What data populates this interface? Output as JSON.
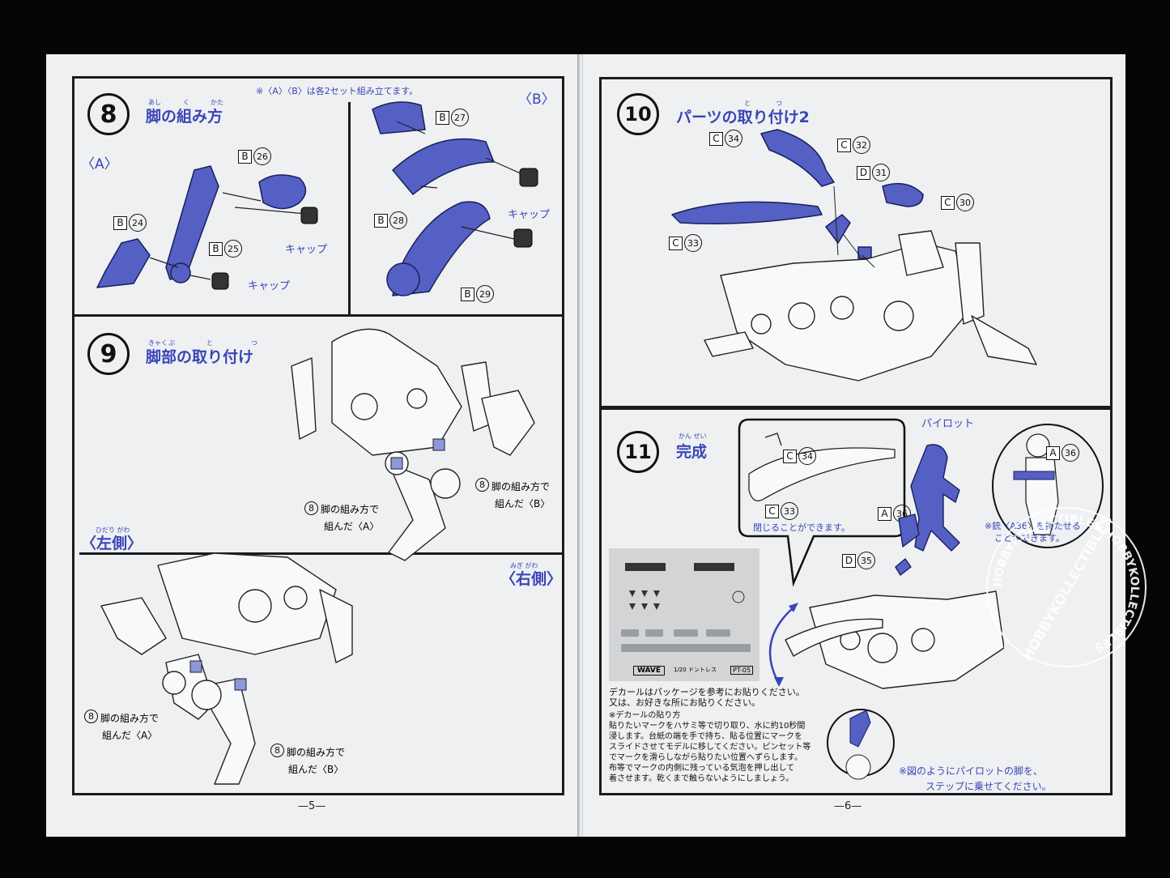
{
  "left_page": {
    "page_number": "—5—",
    "step8": {
      "number": "8",
      "title": "脚の組み方",
      "ruby": [
        "あし",
        "く",
        "かた"
      ],
      "note": "※〈A〉〈B〉は各2セット組み立てます。",
      "variant_a": "〈A〉",
      "variant_b": "〈B〉",
      "cap_label": "キャップ",
      "parts_a": [
        {
          "letter": "B",
          "num": "26"
        },
        {
          "letter": "B",
          "num": "24"
        },
        {
          "letter": "B",
          "num": "25"
        }
      ],
      "parts_b": [
        {
          "letter": "B",
          "num": "27"
        },
        {
          "letter": "B",
          "num": "28"
        },
        {
          "letter": "B",
          "num": "29"
        }
      ]
    },
    "step9": {
      "number": "9",
      "title": "脚部の取り付け",
      "ruby": [
        "きゃく",
        "ぶ",
        "と",
        "つ"
      ],
      "ref_num": "8",
      "assembled_b_line1": "脚の組み方で",
      "assembled_b_line2": "組んだ〈B〉",
      "assembled_a_line1": "脚の組み方で",
      "assembled_a_line2": "組んだ〈A〉",
      "left_side": "〈左側〉",
      "left_side_ruby": "ひだり がわ",
      "right_side": "〈右側〉",
      "right_side_ruby": "みぎ がわ"
    }
  },
  "right_page": {
    "page_number": "—6—",
    "step10": {
      "number": "10",
      "title": "パーツの取り付け2",
      "ruby": [
        "と",
        "つ"
      ],
      "parts": [
        {
          "letter": "C",
          "num": "34"
        },
        {
          "letter": "C",
          "num": "32"
        },
        {
          "letter": "D",
          "num": "31"
        },
        {
          "letter": "C",
          "num": "30"
        },
        {
          "letter": "C",
          "num": "33"
        }
      ]
    },
    "step11": {
      "number": "11",
      "title": "完成",
      "ruby": "かん せい",
      "pilot_label": "パイロット",
      "inset_parts": [
        {
          "letter": "C",
          "num": "34"
        },
        {
          "letter": "C",
          "num": "33"
        }
      ],
      "close_note": "閉じることができます。",
      "parts": [
        {
          "letter": "A",
          "num": "36"
        },
        {
          "letter": "D",
          "num": "35"
        },
        {
          "letter": "A",
          "num": "36"
        }
      ],
      "gun_note_line1": "※銃〈A36〉を持たせる",
      "gun_note_line2": "ことができます。",
      "pilot_leg_note_line1": "※図のようにパイロットの脚を、",
      "pilot_leg_note_line2": "ステップに乗せてください。",
      "decal_brand": "WAVE",
      "decal_code": "PT-05",
      "decal_scale": "1/20 ドントレス",
      "decal_instructions": [
        "デカールはパッケージを参考にお貼りください。",
        "又は、お好きな所にお貼りください。",
        "※デカールの貼り方",
        "貼りたいマークをハサミ等で切り取り、水に約10秒間",
        "浸します。台紙の端を手で持ち、貼る位置にマークを",
        "スライドさせてモデルに移してください。ピンセット等",
        "でマークを滑らしながら貼りたい位置へずらします。",
        "布等でマークの内側に残っている気泡を押し出して",
        "着させます。乾くまで触らないようにしましょう。"
      ]
    }
  },
  "watermark": {
    "text": "HOBBYKOLLECTIBLES HOBBYKOLLECTIBLES",
    "big": "HOBBYKOLLECTIBLES"
  },
  "colors": {
    "ink_blue": "#3945b8",
    "part_blue": "#5460c4",
    "paper": "#eef0f2",
    "background": "#050505"
  }
}
